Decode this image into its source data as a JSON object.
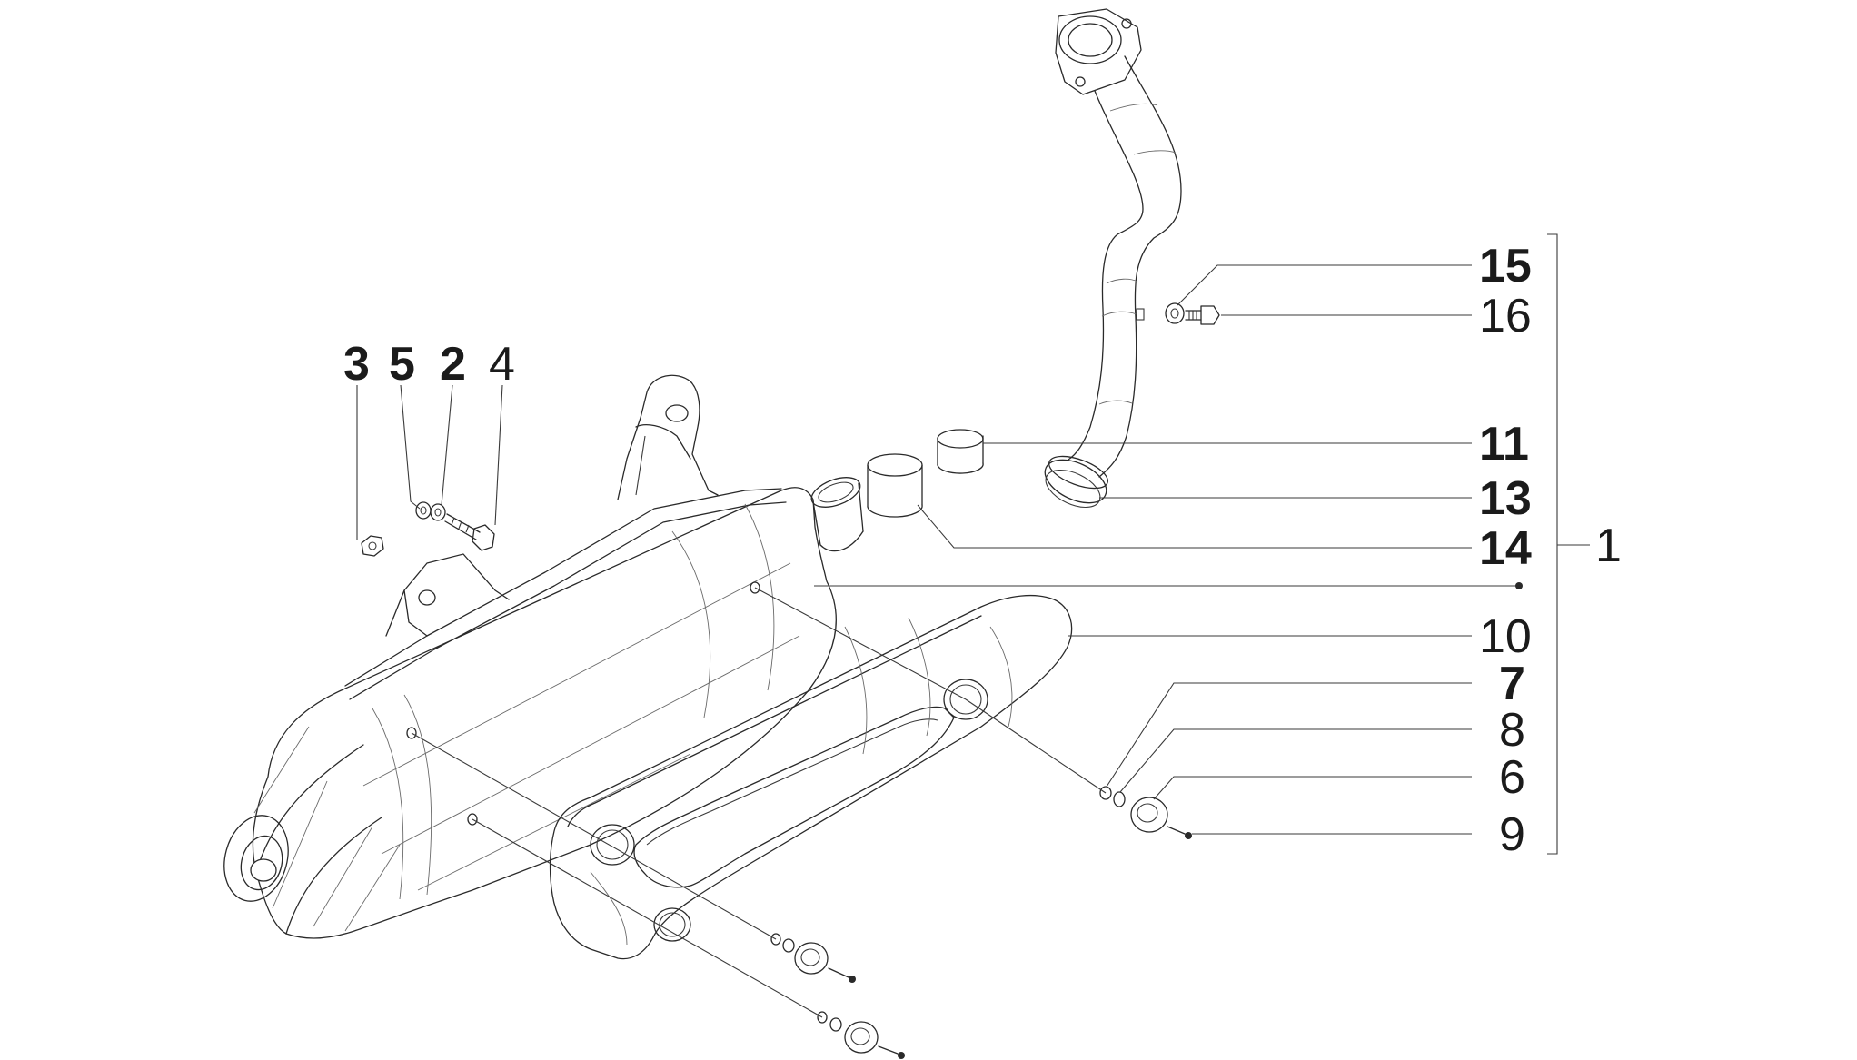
{
  "callouts": {
    "c15": "15",
    "c16": "16",
    "c11": "11",
    "c13": "13",
    "c14": "14",
    "c1": "1",
    "c10": "10",
    "c7": "7",
    "c8": "8",
    "c6": "6",
    "c9": "9",
    "c3": "3",
    "c5": "5",
    "c2": "2",
    "c4": "4"
  },
  "colors": {
    "line": "#2a2a2a",
    "background": "#ffffff"
  }
}
